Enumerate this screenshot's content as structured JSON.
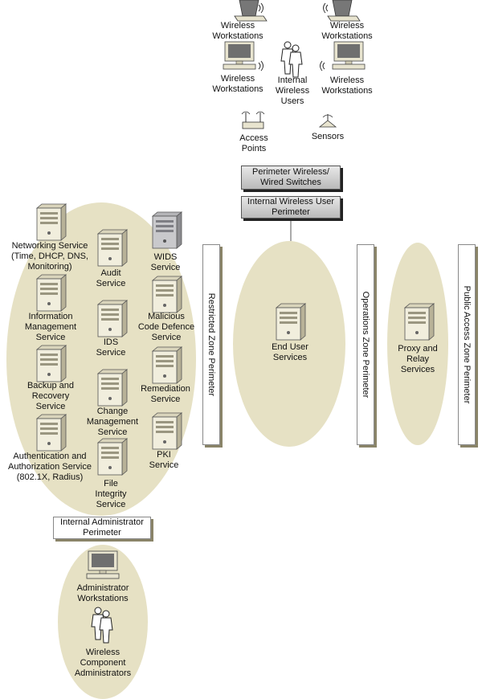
{
  "top": {
    "ws_top_left": [
      "Wireless",
      "Workstations"
    ],
    "ws_top_right": [
      "Wireless",
      "Workstations"
    ],
    "ws_mid_left": [
      "Wireless",
      "Workstations"
    ],
    "ws_mid_right": [
      "Wireless",
      "Workstations"
    ],
    "internal_users": [
      "Internal",
      "Wireless",
      "Users"
    ],
    "access_points": [
      "Access",
      "Points"
    ],
    "sensors": "Sensors",
    "perimeter_switches": [
      "Perimeter Wireless/",
      "Wired Switches"
    ],
    "internal_wireless_perimeter": [
      "Internal Wireless User",
      "Perimeter"
    ]
  },
  "left_zone": {
    "networking": [
      "Networking Service",
      "(Time, DHCP, DNS,",
      "Monitoring)"
    ],
    "audit": [
      "Audit",
      "Service"
    ],
    "wids": [
      "WIDS",
      "Service"
    ],
    "information_management": [
      "Information",
      "Management",
      "Service"
    ],
    "ids": [
      "IDS",
      "Service"
    ],
    "malicious_code": [
      "Malicious",
      "Code Defence",
      "Service"
    ],
    "backup": [
      "Backup and",
      "Recovery",
      "Service"
    ],
    "change_management": [
      "Change",
      "Management",
      "Service"
    ],
    "remediation": [
      "Remediation",
      "Service"
    ],
    "auth": [
      "Authentication and",
      "Authorization Service",
      "(802.1X, Radius)"
    ],
    "pki": [
      "PKI",
      "Service"
    ],
    "file_integrity": [
      "File",
      "Integrity",
      "Service"
    ]
  },
  "admin": {
    "perimeter": [
      "Internal Administrator",
      "Perimeter"
    ],
    "workstations": [
      "Administrator",
      "Workstations"
    ],
    "administrators": [
      "Wireless",
      "Component",
      "Administrators"
    ]
  },
  "zones": {
    "restricted": "Restricted Zone Perimeter",
    "operations": "Operations Zone Perimeter",
    "public": "Public Access Zone Perimeter",
    "end_user": [
      "End User",
      "Services"
    ],
    "proxy": [
      "Proxy and",
      "Relay",
      "Services"
    ]
  },
  "colors": {
    "zone_fill": "#e6e1c4",
    "zone_shadow": "#8a8468",
    "perimeter_gray": "#c8c8c8",
    "server_body": "#f1eedd",
    "wids_server": "#c9c9cc"
  }
}
